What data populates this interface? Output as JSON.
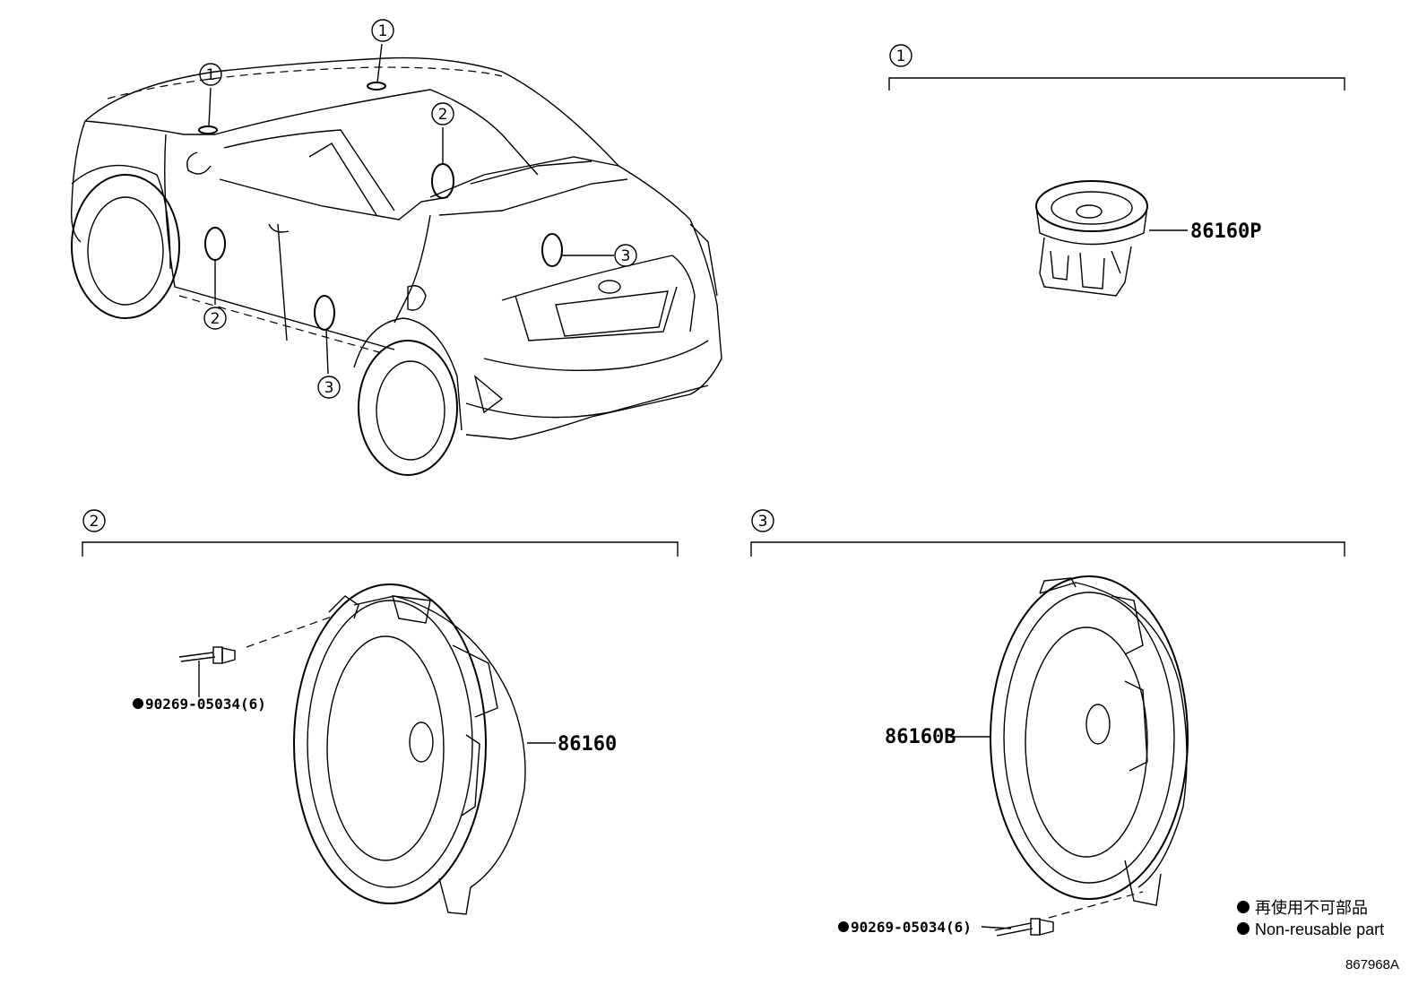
{
  "callouts": {
    "c1": "1",
    "c2": "2",
    "c3": "3"
  },
  "sections": [
    {
      "id": "1",
      "part": "86160P"
    },
    {
      "id": "2",
      "part": "86160",
      "fastener": "90269-05034(6)"
    },
    {
      "id": "3",
      "part": "86160B",
      "fastener": "90269-05034(6)"
    }
  ],
  "legend": {
    "line1": "再使用不可部品",
    "line2": "Non-reusable part"
  },
  "figure_id": "867968A",
  "colors": {
    "ink": "#000000",
    "background": "#ffffff"
  }
}
